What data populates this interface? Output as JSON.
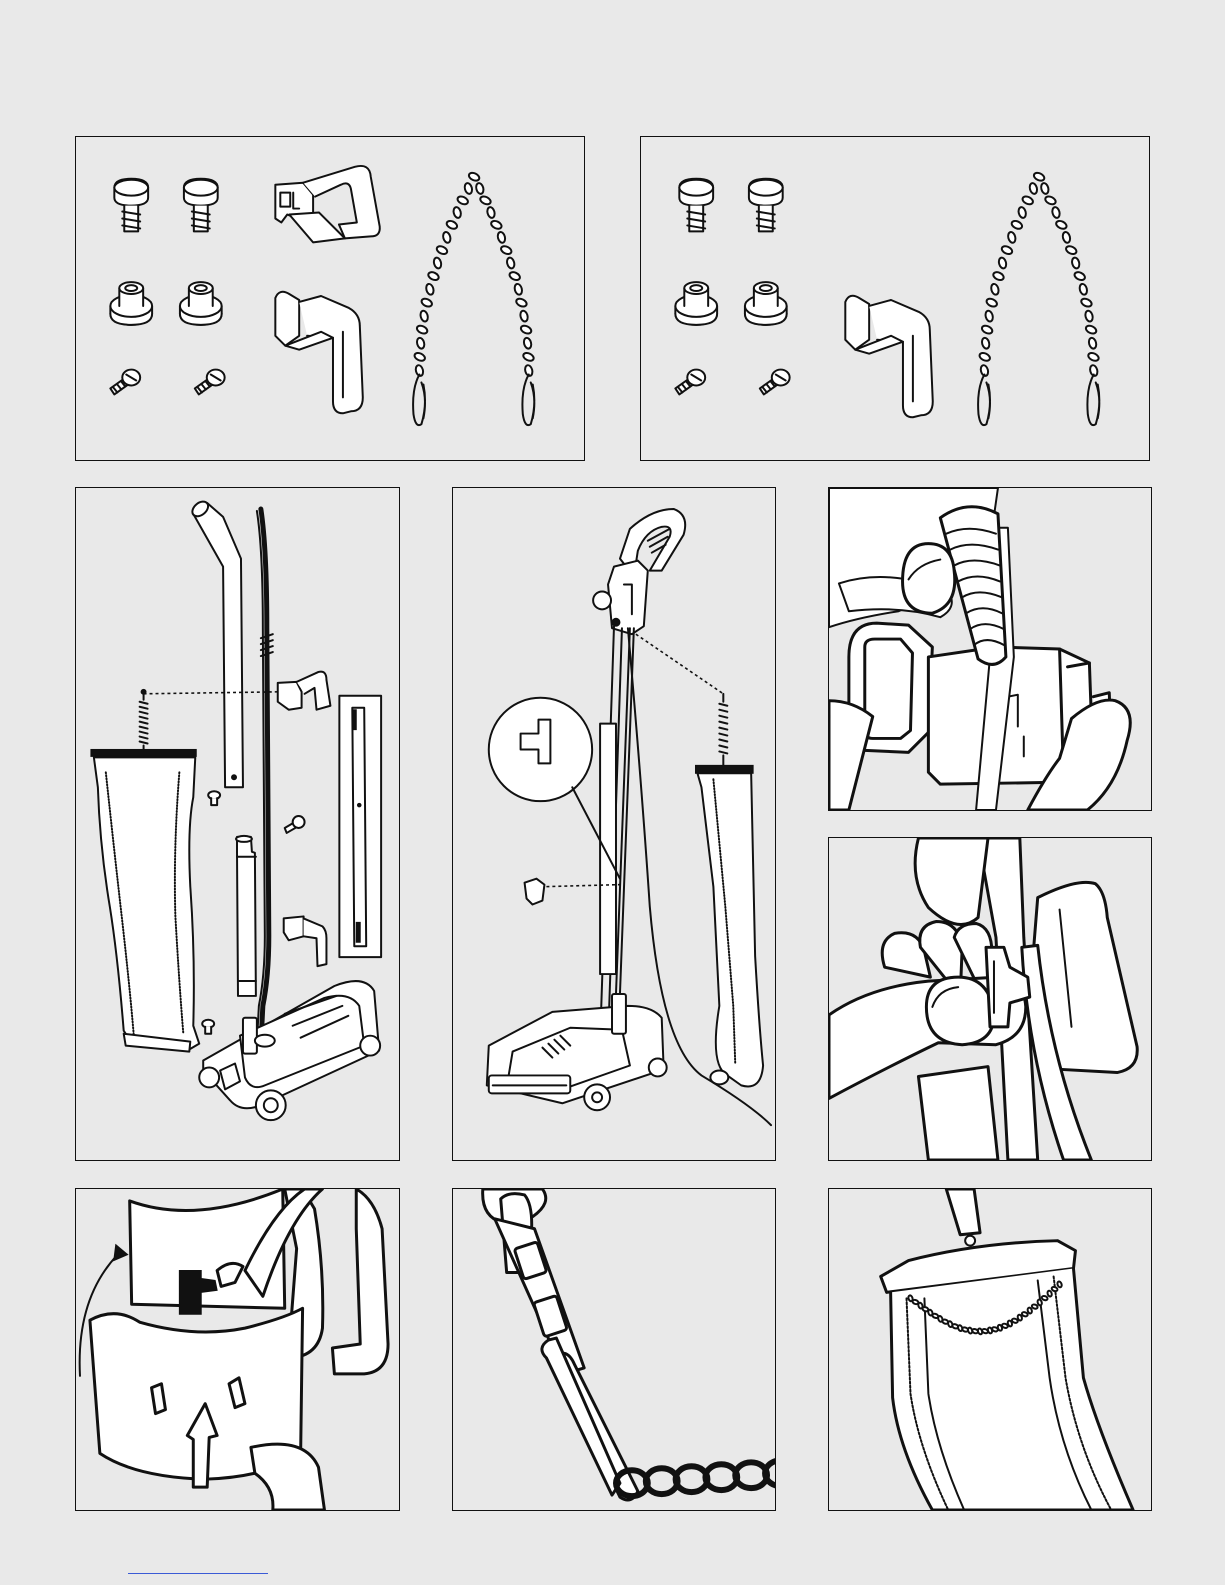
{
  "page": {
    "title": "",
    "background_color": "#e9e9e9",
    "line_color": "#111111",
    "link_color": "#3b5bd6"
  },
  "panels": [
    {
      "id": "parts-kit-a",
      "depicts": [
        "bumper-screw",
        "bumper-screw",
        "grommet",
        "grommet",
        "small-screw",
        "small-screw",
        "cord-hook-upper",
        "cord-hook-lower",
        "bag-chain"
      ]
    },
    {
      "id": "parts-kit-b",
      "depicts": [
        "bumper-screw",
        "bumper-screw",
        "grommet",
        "grommet",
        "small-screw",
        "small-screw",
        "cord-hook",
        "bag-chain"
      ]
    },
    {
      "id": "vacuum-exploded-view"
    },
    {
      "id": "vacuum-assembled-view"
    },
    {
      "id": "hand-inserting-cord-into-hook"
    },
    {
      "id": "hand-pressing-cord-clip"
    },
    {
      "id": "hook-rotate-detail"
    },
    {
      "id": "chain-attached-to-handle"
    },
    {
      "id": "bag-with-chain"
    }
  ],
  "footer": {
    "link_text": ""
  }
}
